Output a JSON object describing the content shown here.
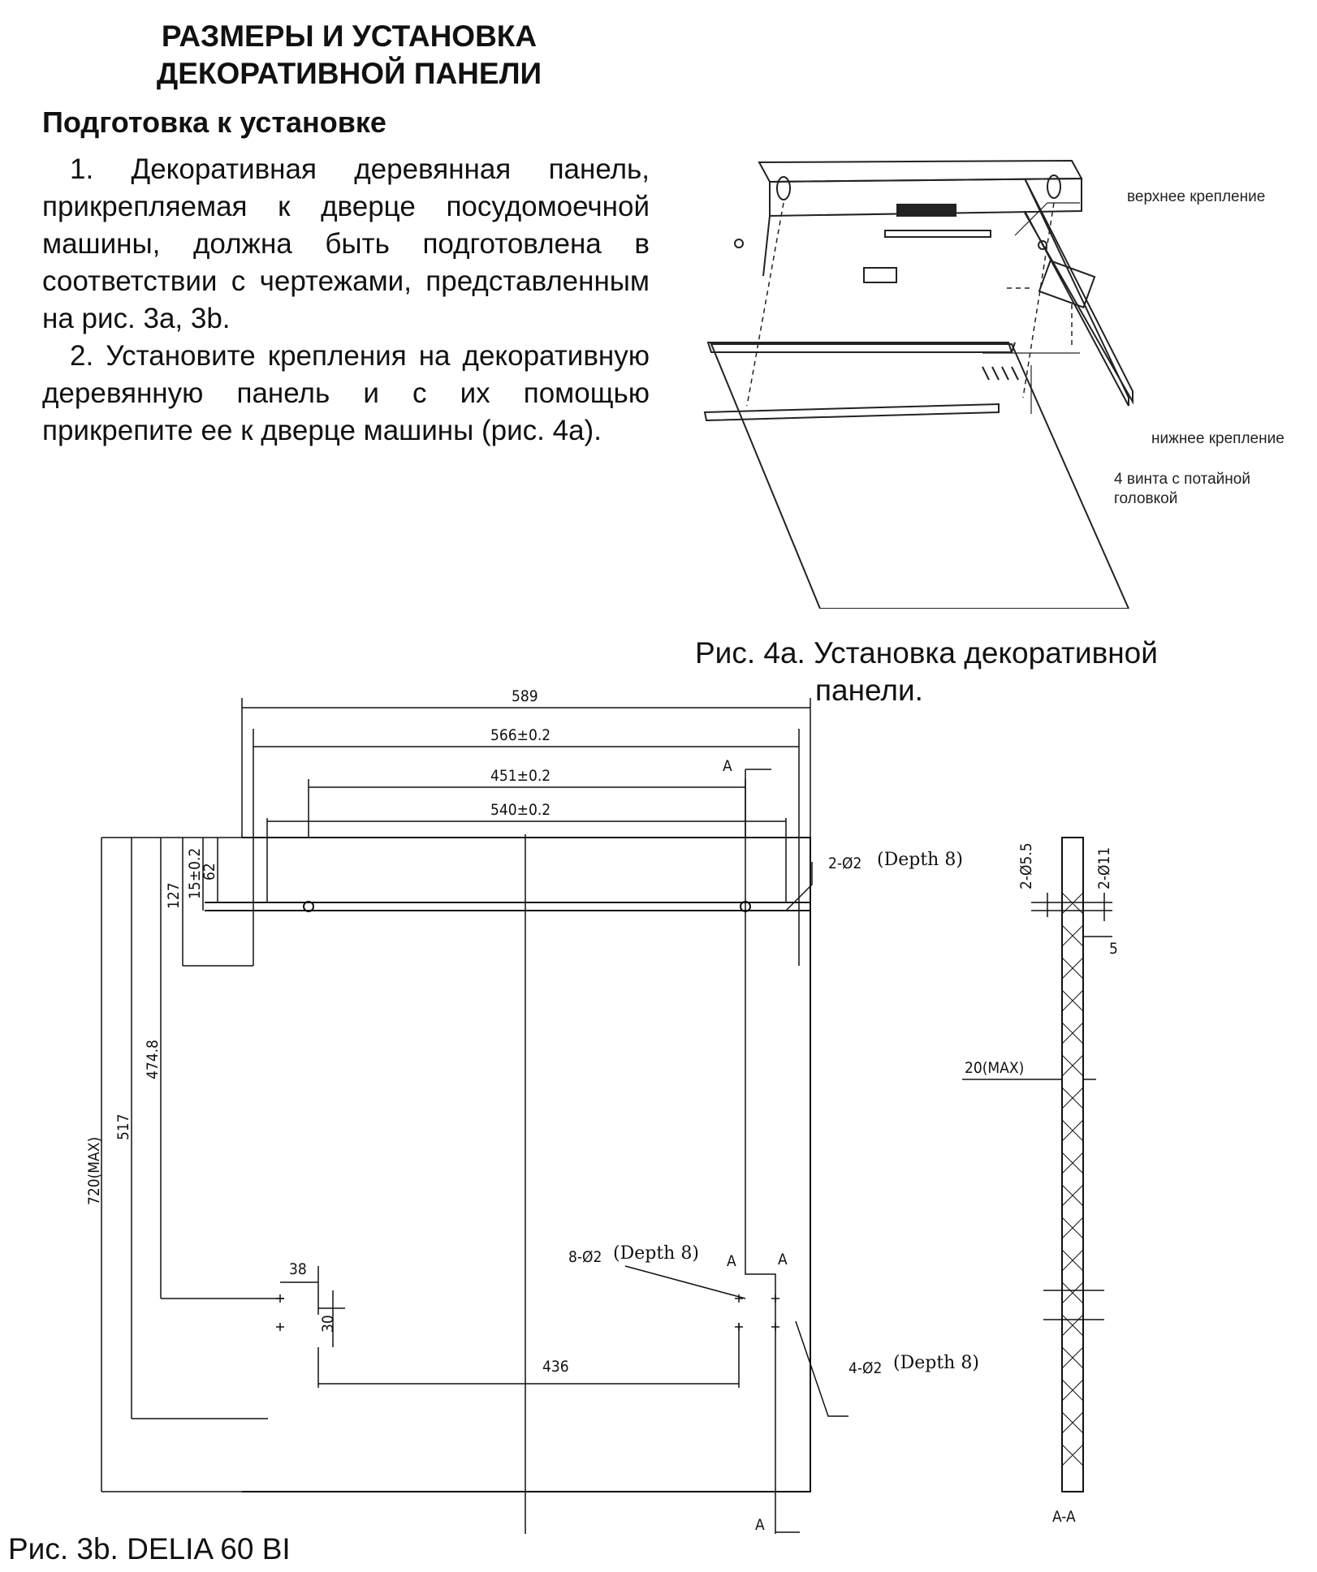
{
  "title_line1": "РАЗМЕРЫ И УСТАНОВКА",
  "title_line2": "ДЕКОРАТИВНОЙ ПАНЕЛИ",
  "subtitle": "Подготовка к установке",
  "para1": "1. Декоративная деревянная панель, прикрепляемая к дверце посудомоечной машины, должна быть подготовлена в соответствии с чертежами, представленным на рис. 3а, 3b.",
  "para2": "2. Установите крепления на декоративную деревянную панель и с их помощью прикрепите ее к дверце машины (рис. 4а).",
  "fig4a": {
    "label_top": "верхнее крепление",
    "label_bottom": "нижнее крепление",
    "label_screws_1": "4 винта с потайной",
    "label_screws_2": "головкой",
    "caption_1": "Рис. 4а. Установка декоративной",
    "caption_2": "панели."
  },
  "fig3b": {
    "caption": "Рис. 3b. DELIA 60 BI",
    "dims": {
      "w589": "589",
      "w566": "566±0.2",
      "w451": "451±0.2",
      "w540": "540±0.2",
      "h720": "720(MAX)",
      "h517": "517",
      "h474": "474.8",
      "h127": "127",
      "h15": "15±0.2",
      "h62": "62",
      "d38": "38",
      "d30": "30",
      "d436": "436",
      "hole_top": "2-Ø2",
      "hole_mid": "8-Ø2",
      "hole_low": "4-Ø2",
      "depth": "(Depth 8)",
      "sec_55": "2-Ø5.5",
      "sec_11": "2-Ø11",
      "sec_5": "5",
      "sec_20": "20(MAX)",
      "sec_label": "A-A",
      "marker_a": "A"
    }
  }
}
